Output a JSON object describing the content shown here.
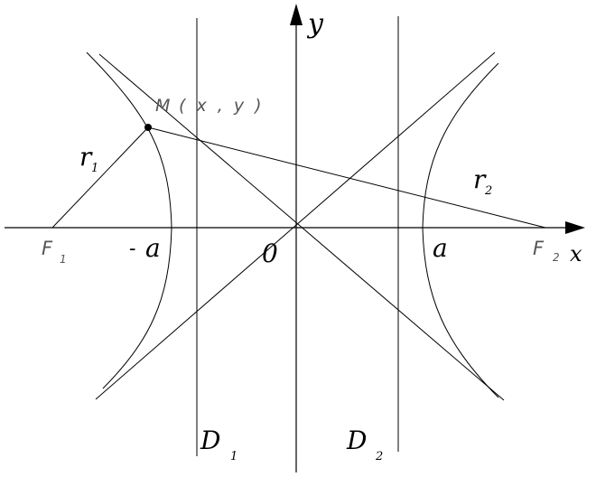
{
  "diagram": {
    "labels": {
      "y_axis": "y",
      "x_axis": "x",
      "point_m": "M",
      "point_m_coords": "( x , y )",
      "r1": "r",
      "r1_sub": "1",
      "r2": "r",
      "r2_sub": "2",
      "f1": "F",
      "f1_sub": "1",
      "f2": "F",
      "f2_sub": "2",
      "neg_a_dash": "-",
      "neg_a": "a",
      "origin": "0",
      "pos_a": "a",
      "d1": "D",
      "d1_sub": "1",
      "d2": "D",
      "d2_sub": "2"
    }
  }
}
